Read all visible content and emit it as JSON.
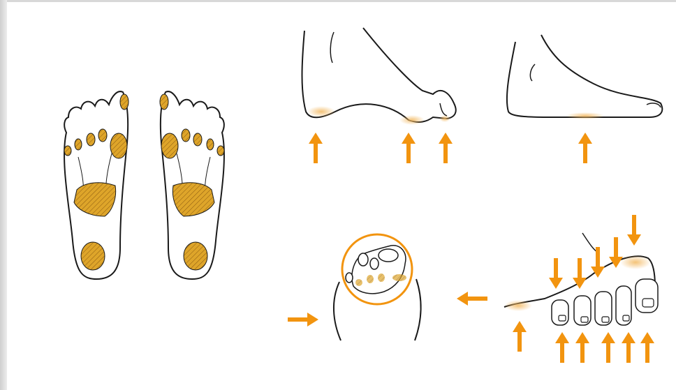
{
  "illustration": {
    "accent_color": "#f2940f",
    "fill_color": "#dea52a",
    "skin_color": "#ffffff",
    "line_color": "#1a1a1a",
    "panels": [
      {
        "id": "soles",
        "icon": "foot-soles-icon",
        "pressure_zones": 16
      },
      {
        "id": "foot-raised-side",
        "icon": "foot-side-icon",
        "arrows": 3
      },
      {
        "id": "foot-flat-side",
        "icon": "foot-side-icon",
        "arrows": 1
      },
      {
        "id": "toes-squeeze",
        "icon": "toes-circle-icon",
        "arrows": 2
      },
      {
        "id": "toes-grip",
        "icon": "toes-side-icon",
        "arrows_down": 5,
        "arrows_up": 6
      }
    ]
  }
}
